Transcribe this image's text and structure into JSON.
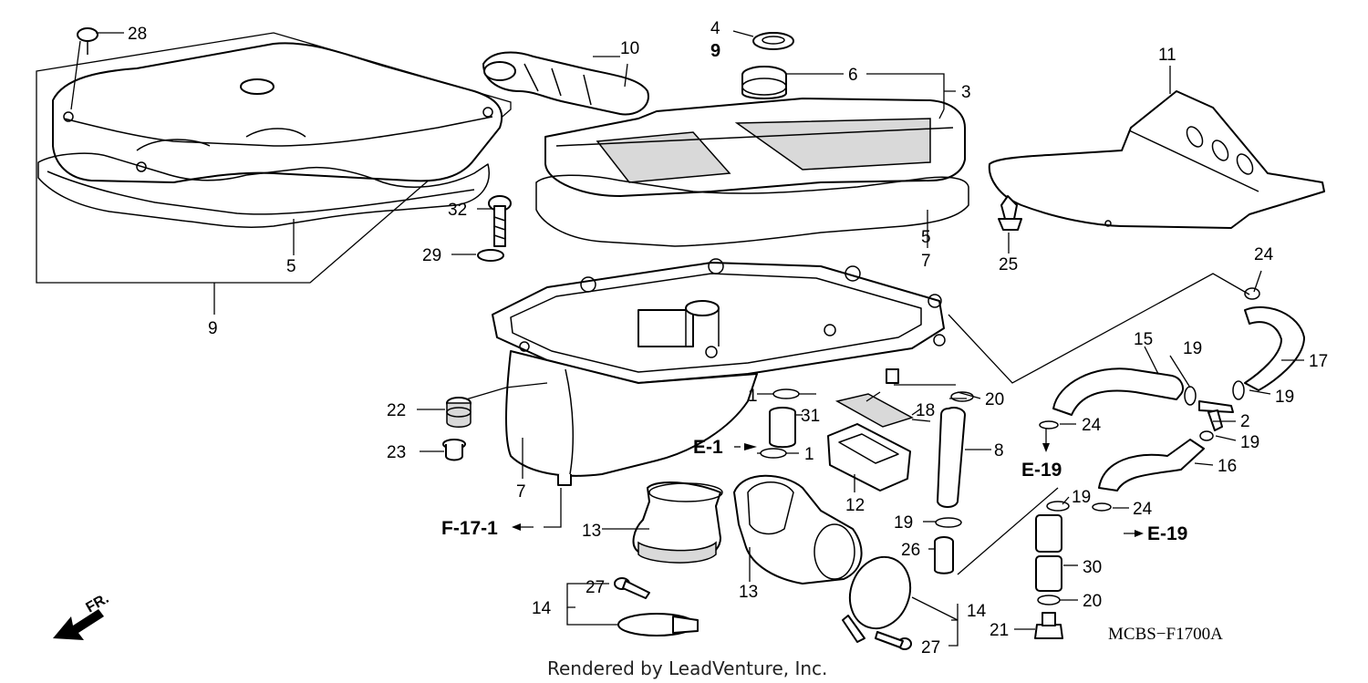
{
  "diagram": {
    "part_numbers": {
      "p1a": "1",
      "p1b": "1",
      "p2": "2",
      "p3": "3",
      "p4": "4",
      "p5a": "5",
      "p5b": "5",
      "p6": "6",
      "p7a": "7",
      "p7b": "7",
      "p8": "8",
      "p9a": "9",
      "p9b": "9",
      "p10": "10",
      "p11": "11",
      "p12": "12",
      "p13a": "13",
      "p13b": "13",
      "p14a": "14",
      "p14b": "14",
      "p15": "15",
      "p16": "16",
      "p17": "17",
      "p18": "18",
      "p19a": "19",
      "p19b": "19",
      "p19c": "19",
      "p19d": "19",
      "p19e": "19",
      "p20a": "20",
      "p20b": "20",
      "p20c": "20",
      "p21": "21",
      "p22": "22",
      "p23": "23",
      "p24a": "24",
      "p24b": "24",
      "p24c": "24",
      "p25": "25",
      "p26": "26",
      "p27a": "27",
      "p27b": "27",
      "p28": "28",
      "p29": "29",
      "p30": "30",
      "p31": "31",
      "p32": "32"
    },
    "references": {
      "e1": "E-1",
      "e19a": "E-19",
      "e19b": "E-19",
      "f17": "F-17-1"
    },
    "direction_label": "FR.",
    "diagram_code": "MCBS−F1700A",
    "footer": "Rendered by LeadVenture, Inc."
  }
}
